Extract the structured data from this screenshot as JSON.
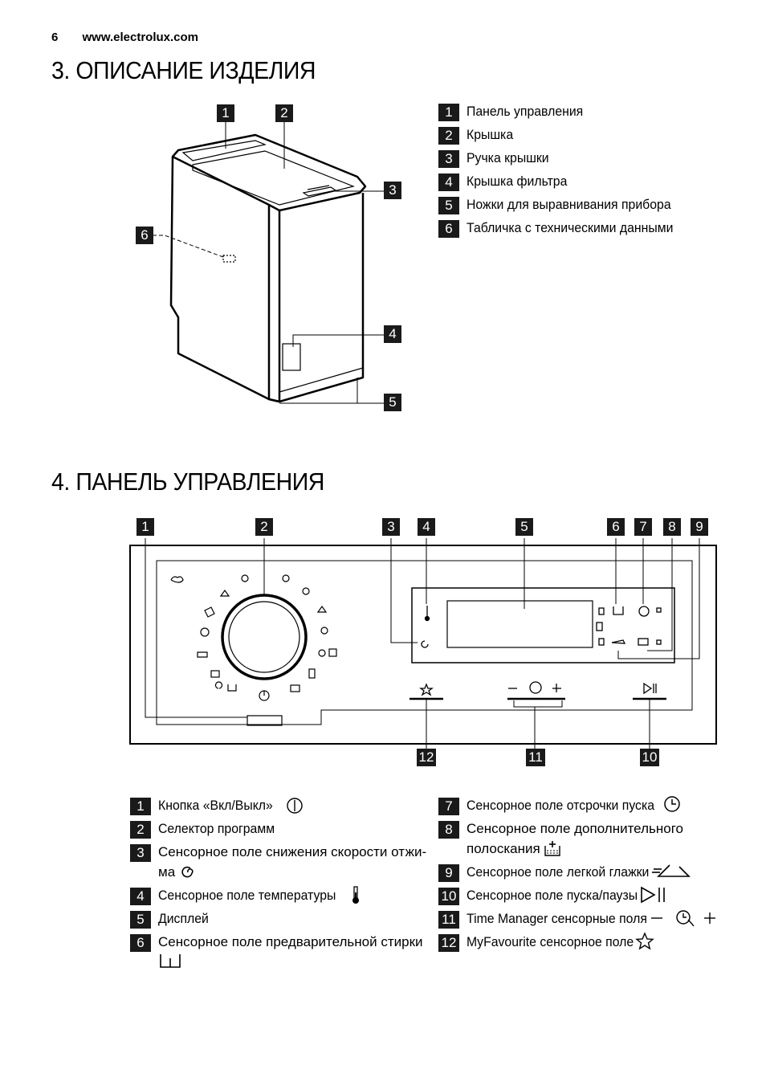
{
  "header": {
    "page_number": "6",
    "site": "www.electrolux.com"
  },
  "section3": {
    "title": "3. ОПИСАНИЕ ИЗДЕЛИЯ",
    "callouts": [
      "1",
      "2",
      "3",
      "4",
      "5",
      "6"
    ],
    "legend": [
      {
        "num": "1",
        "text": "Панель управления"
      },
      {
        "num": "2",
        "text": "Крышка"
      },
      {
        "num": "3",
        "text": "Ручка крышки"
      },
      {
        "num": "4",
        "text": "Крышка фильтра"
      },
      {
        "num": "5",
        "text": "Ножки для выравнивания прибора"
      },
      {
        "num": "6",
        "text": "Табличка с техническими данными"
      }
    ]
  },
  "section4": {
    "title": "4. ПАНЕЛЬ УПРАВЛЕНИЯ",
    "callouts": [
      "1",
      "2",
      "3",
      "4",
      "5",
      "6",
      "7",
      "8",
      "9",
      "12",
      "11",
      "10"
    ],
    "legend_left": [
      {
        "num": "1",
        "text": "Кнопка «Вкл/Выкл»",
        "icon": "power-icon"
      },
      {
        "num": "2",
        "text": "Селектор программ"
      },
      {
        "num": "3",
        "text": "Сенсорное поле снижения скорости отжи-ма",
        "icon": "spin-reduce-icon"
      },
      {
        "num": "4",
        "text": "Сенсорное поле температуры",
        "icon": "thermometer-icon"
      },
      {
        "num": "5",
        "text": "Дисплей"
      },
      {
        "num": "6",
        "text": "Сенсорное поле предварительной стирки",
        "icon": "prewash-icon"
      }
    ],
    "legend_right": [
      {
        "num": "7",
        "text": "Сенсорное поле отсрочки пуска",
        "icon": "delay-clock-icon"
      },
      {
        "num": "8",
        "text": "Сенсорное поле дополнительного полоскания",
        "icon": "extra-rinse-icon"
      },
      {
        "num": "9",
        "text": "Сенсорное поле легкой глажки",
        "icon": "easy-iron-icon"
      },
      {
        "num": "10",
        "text": "Сенсорное поле пуска/паузы",
        "icon": "start-pause-icon"
      },
      {
        "num": "11",
        "text": "Time Manager сенсорные поля",
        "icon": "time-manager-icon"
      },
      {
        "num": "12",
        "text": "MyFavourite сенсорное поле",
        "icon": "star-icon"
      }
    ]
  }
}
